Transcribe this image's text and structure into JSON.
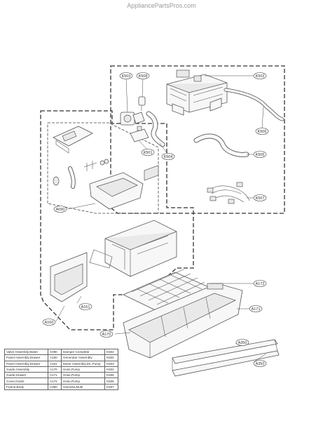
{
  "watermark": "AppliancePartsPros.com",
  "callouts": {
    "k503": "K503",
    "k508": "K508",
    "k502": "K502",
    "k506": "K506",
    "k501": "K501",
    "k504": "K504",
    "k505": "K505",
    "k507": "K507",
    "a090": "A090",
    "a161": "A161",
    "a160": "A160",
    "a170": "A170",
    "a172": "A172",
    "a171": "A171",
    "a350": "A350",
    "a350b": "A350"
  },
  "legend": [
    {
      "left_name": "Valve Assembly,Water",
      "left_code": "A090",
      "right_name": "Damper Complete",
      "right_code": "K502"
    },
    {
      "left_name": "Panel Assembly,Drawer",
      "left_code": "A160",
      "right_name": "Generator Assembly",
      "right_code": "K504"
    },
    {
      "left_name": "Panel Assembly,Drawer",
      "left_code": "A161",
      "right_name": "Motor Assembly,DC,Pump",
      "right_code": "K503"
    },
    {
      "left_name": "Guide Assembly",
      "left_code": "A170",
      "right_name": "Hose,Pump",
      "right_code": "K504"
    },
    {
      "left_name": "Guide,Drawer",
      "left_code": "A171",
      "right_name": "Hose,Pump",
      "right_code": "K505"
    },
    {
      "left_name": "Cover,Guide",
      "left_code": "A172",
      "right_name": "Hose,Pump",
      "right_code": "K506"
    },
    {
      "left_name": "Frame,Body",
      "left_code": "A350",
      "right_name": "Harness,Multi",
      "right_code": "K507"
    }
  ]
}
